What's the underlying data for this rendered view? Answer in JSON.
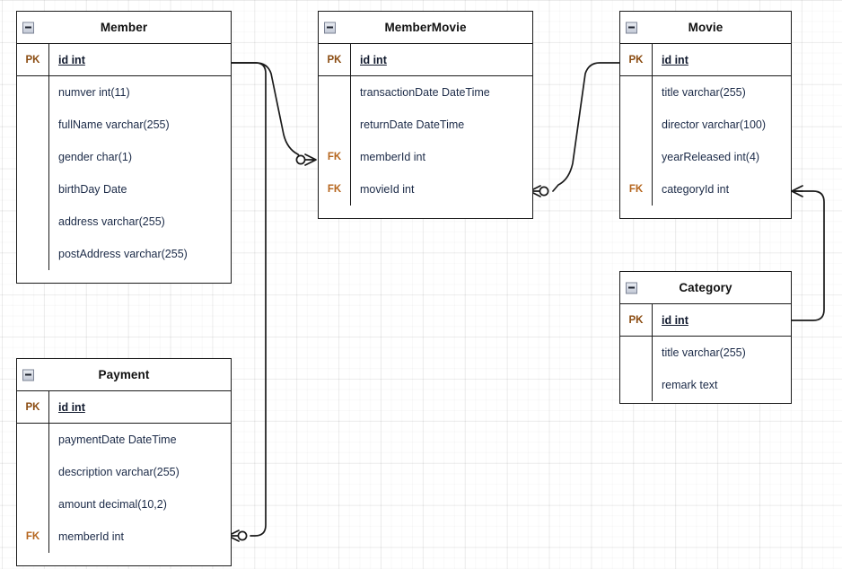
{
  "diagram": {
    "type": "entity-relationship-diagram",
    "background": "#ffffff",
    "grid": "on",
    "line_color": "#1a1a1a",
    "key_text_color": "#b5651d",
    "field_text_color": "#1b2a47"
  },
  "entities": [
    {
      "id": "member",
      "title": "Member",
      "collapse_icon": "collapse-minus-icon",
      "fields": [
        {
          "key": "PK",
          "name": "id int"
        },
        {
          "key": "",
          "name": "numver int(11)"
        },
        {
          "key": "",
          "name": "fullName varchar(255)"
        },
        {
          "key": "",
          "name": "gender char(1)"
        },
        {
          "key": "",
          "name": "birthDay Date"
        },
        {
          "key": "",
          "name": "address varchar(255)"
        },
        {
          "key": "",
          "name": "postAddress varchar(255)"
        }
      ]
    },
    {
      "id": "membermovie",
      "title": "MemberMovie",
      "collapse_icon": "collapse-minus-icon",
      "fields": [
        {
          "key": "PK",
          "name": "id int"
        },
        {
          "key": "",
          "name": "transactionDate DateTime"
        },
        {
          "key": "",
          "name": "returnDate DateTime"
        },
        {
          "key": "FK",
          "name": "memberId int"
        },
        {
          "key": "FK",
          "name": "movieId int"
        }
      ]
    },
    {
      "id": "movie",
      "title": "Movie",
      "collapse_icon": "collapse-minus-icon",
      "fields": [
        {
          "key": "PK",
          "name": "id int"
        },
        {
          "key": "",
          "name": "title varchar(255)"
        },
        {
          "key": "",
          "name": "director varchar(100)"
        },
        {
          "key": "",
          "name": "yearReleased int(4)"
        },
        {
          "key": "FK",
          "name": "categoryId int"
        }
      ]
    },
    {
      "id": "category",
      "title": "Category",
      "collapse_icon": "collapse-minus-icon",
      "fields": [
        {
          "key": "PK",
          "name": "id int"
        },
        {
          "key": "",
          "name": "title varchar(255)"
        },
        {
          "key": "",
          "name": "remark text"
        }
      ]
    },
    {
      "id": "payment",
      "title": "Payment",
      "collapse_icon": "collapse-minus-icon",
      "fields": [
        {
          "key": "PK",
          "name": "id int"
        },
        {
          "key": "",
          "name": "paymentDate DateTime"
        },
        {
          "key": "",
          "name": "description varchar(255)"
        },
        {
          "key": "",
          "name": "amount decimal(10,2)"
        },
        {
          "key": "FK",
          "name": "memberId int"
        }
      ]
    }
  ],
  "relationships": [
    {
      "id": "member-membermovie",
      "from": "Member.id int",
      "to": "MemberMovie.memberId int",
      "from_cardinality": "one",
      "to_cardinality": "zero-or-many"
    },
    {
      "id": "movie-membermovie",
      "from": "Movie.id int",
      "to": "MemberMovie.movieId int",
      "from_cardinality": "one",
      "to_cardinality": "zero-or-many"
    },
    {
      "id": "category-movie",
      "from": "Category.id int",
      "to": "Movie.categoryId int",
      "from_cardinality": "one",
      "to_cardinality": "many"
    },
    {
      "id": "member-payment",
      "from": "Member.id int",
      "to": "Payment.memberId int",
      "from_cardinality": "one",
      "to_cardinality": "zero-or-many"
    }
  ]
}
